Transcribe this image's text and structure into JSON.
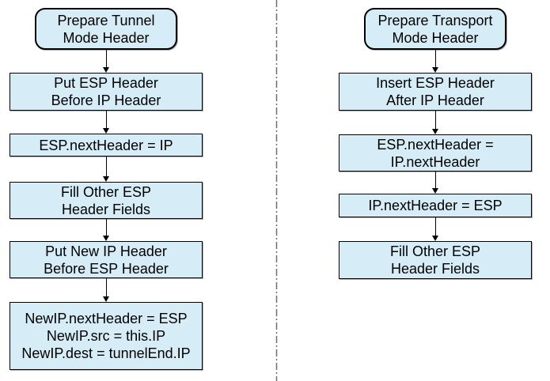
{
  "colors": {
    "background": "#ffffff",
    "node_fill": "#d6edf8",
    "node_border": "#000000",
    "arrow": "#000000",
    "divider": "#6e6e6e",
    "text": "#000000"
  },
  "flows": [
    {
      "nodes": [
        {
          "shape": "terminator",
          "lines": [
            "Prepare Tunnel",
            "Mode Header"
          ]
        },
        {
          "shape": "process",
          "lines": [
            "Put ESP Header",
            "Before IP Header"
          ]
        },
        {
          "shape": "process",
          "lines": [
            "ESP.nextHeader = IP"
          ]
        },
        {
          "shape": "process",
          "lines": [
            "Fill Other ESP",
            "Header Fields"
          ]
        },
        {
          "shape": "process",
          "lines": [
            "Put New IP Header",
            "Before ESP Header"
          ]
        },
        {
          "shape": "process",
          "lines": [
            "NewIP.nextHeader = ESP",
            "NewIP.src = this.IP",
            "NewIP.dest = tunnelEnd.IP"
          ]
        }
      ]
    },
    {
      "nodes": [
        {
          "shape": "terminator",
          "lines": [
            "Prepare Transport",
            "Mode Header"
          ]
        },
        {
          "shape": "process",
          "lines": [
            "Insert ESP Header",
            "After IP Header"
          ]
        },
        {
          "shape": "process",
          "lines": [
            "ESP.nextHeader =",
            "IP.nextHeader"
          ]
        },
        {
          "shape": "process",
          "lines": [
            "IP.nextHeader = ESP"
          ]
        },
        {
          "shape": "process",
          "lines": [
            "Fill Other ESP",
            "Header Fields"
          ]
        }
      ]
    }
  ]
}
